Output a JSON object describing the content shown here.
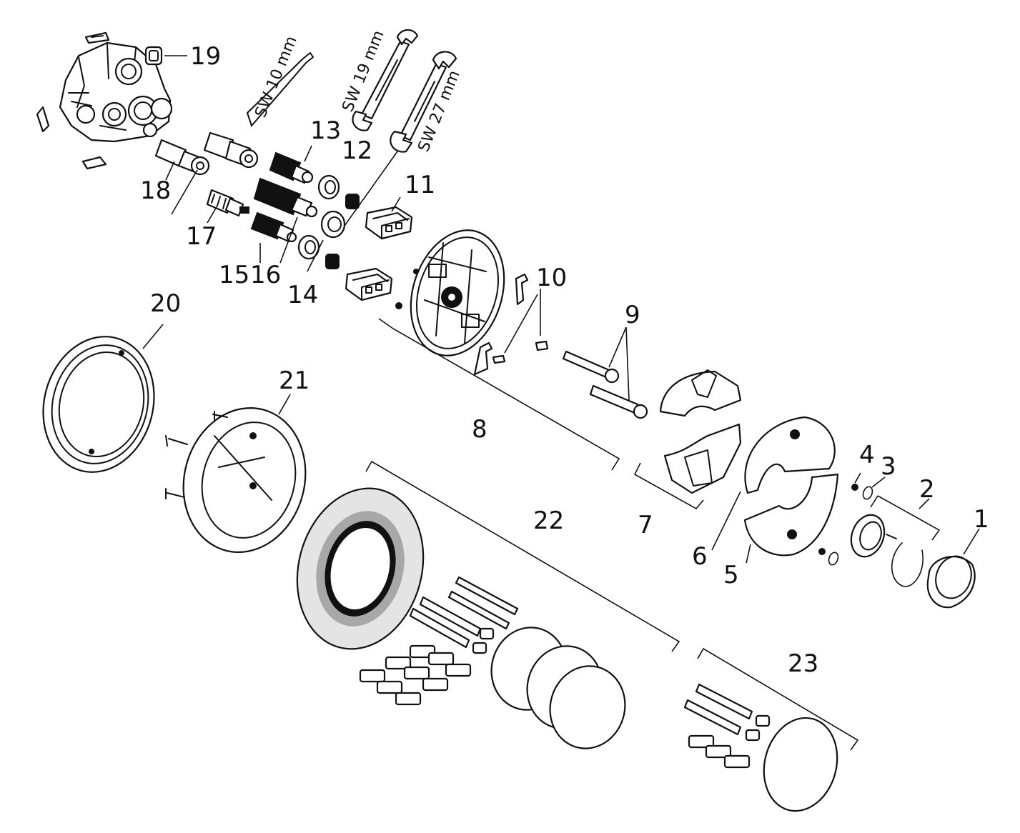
{
  "labels": {
    "n1": "1",
    "n2": "2",
    "n3": "3",
    "n4": "4",
    "n5": "5",
    "n6": "6",
    "n7": "7",
    "n8": "8",
    "n9": "9",
    "n10": "10",
    "n11": "11",
    "n12": "12",
    "n13": "13",
    "n14": "14",
    "n15": "15",
    "n16": "16",
    "n17": "17",
    "n18": "18",
    "n19": "19",
    "n20": "20",
    "n21": "21",
    "n22": "22",
    "n23": "23"
  },
  "tools": {
    "hex_key": "SW 10 mm",
    "wrench_small": "SW 19 mm",
    "wrench_large": "SW 27 mm"
  },
  "colors": {
    "line": "#111111",
    "background": "#ffffff",
    "plate_shade": "#a8a8a8",
    "plate_light": "#e4e4e4"
  }
}
